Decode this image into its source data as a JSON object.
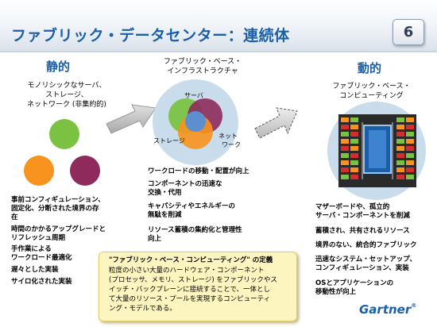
{
  "title": "ファブリック・データセンター：連続体",
  "page_number": "6",
  "static": {
    "heading": "静的",
    "label_lines": [
      "モノリシックなサーバ、",
      "ストレージ、",
      "ネットワーク (非集約的)"
    ],
    "bullets": [
      "事前コンフィギュレーション、",
      "固定化、分断された境界の存",
      "在",
      "時間のかかるアップグレードと",
      "リフレッシュ周期",
      "手作業による",
      "ワークロード最適化",
      "遅々とした実装",
      "サイロ化された実装"
    ]
  },
  "middle": {
    "label_lines": [
      "ファブリック・ベース・",
      "インフラストラクチャ"
    ],
    "venn_labels": {
      "server": "サーバ",
      "storage": "ストレージ",
      "network_1": "ネット",
      "network_2": "ワーク"
    },
    "bullets": [
      "ワークロードの移動・配置が向上",
      "コンポーネントの迅速な",
      "交換・代用",
      "キャパシティやエネルギーの",
      "無駄を削減",
      "リソース蓄積の集約化と管理性",
      "向上"
    ]
  },
  "dynamic": {
    "heading": "動的",
    "label_lines": [
      "ファブリック・ベース・",
      "コンピューティング"
    ],
    "bullets": [
      "マザーボードや、孤立的",
      "サーバ・コンポーネントを削減",
      "蓄積され、共有されるリソース",
      "境界のない、統合的ファブリック",
      "迅速なシステム・セットアップ、",
      "コンフィギュレーション、実装",
      "OSとアプリケーションの",
      "移動性が向上"
    ]
  },
  "definition": {
    "title": "\"ファブリック・ベース・コンピューティング\" の定義",
    "lines": [
      "粒度の小さい大量のハードウェア・コンポーネント",
      "(プロセッサ、メモリ、ストレージ) をファブリックやス",
      "イッチ・バックプレーンに接続することで、一体とし",
      "て大量のリソース・プールを実現するコンピューティ",
      "ング・モデルである。"
    ]
  },
  "logo": {
    "text": "Gartner",
    "mark": "®"
  },
  "colors": {
    "title_blue": "#1a5fa8",
    "green": "#7bc243",
    "orange": "#f7931e",
    "purple": "#8e2a5c",
    "blue": "#5b8fd0",
    "venn_bg": "#c9dcec",
    "note_yellow": "#fdf5c0"
  }
}
